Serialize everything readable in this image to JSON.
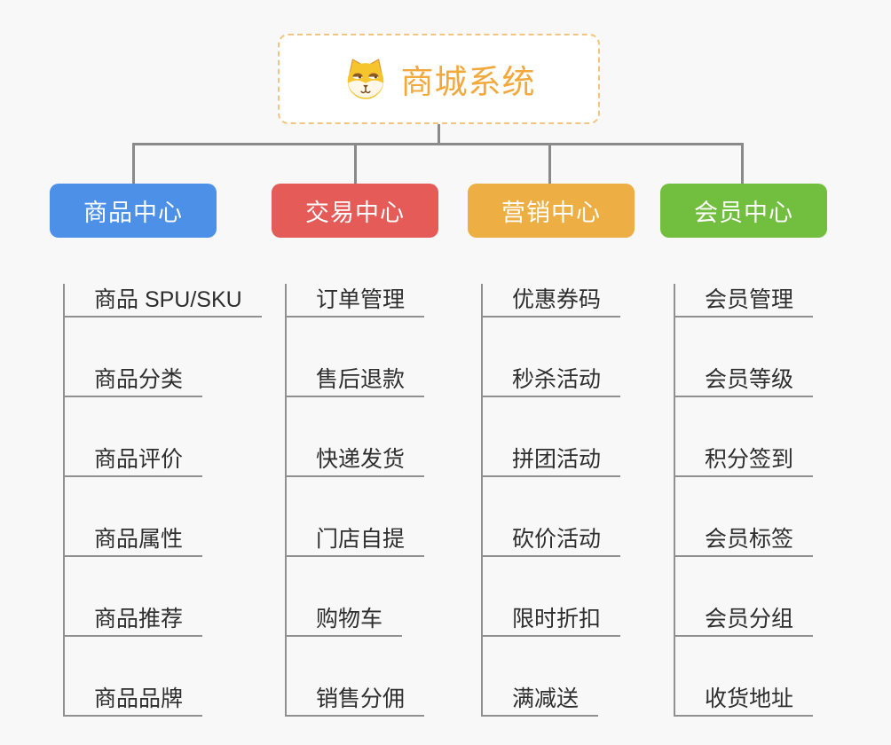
{
  "root": {
    "title": "商城系统",
    "icon": "dog-mascot-icon",
    "title_color": "#F2A83C",
    "border_color": "#F3C47F"
  },
  "connector_color": "#8A8A8A",
  "branches": [
    {
      "label": "商品中心",
      "color": "#4D90E8",
      "children": [
        "商品 SPU/SKU",
        "商品分类",
        "商品评价",
        "商品属性",
        "商品推荐",
        "商品品牌"
      ]
    },
    {
      "label": "交易中心",
      "color": "#E55B58",
      "children": [
        "订单管理",
        "售后退款",
        "快递发货",
        "门店自提",
        "购物车",
        "销售分佣"
      ]
    },
    {
      "label": "营销中心",
      "color": "#EDAF43",
      "children": [
        "优惠券码",
        "秒杀活动",
        "拼团活动",
        "砍价活动",
        "限时折扣",
        "满减送"
      ]
    },
    {
      "label": "会员中心",
      "color": "#72BF40",
      "children": [
        "会员管理",
        "会员等级",
        "积分签到",
        "会员标签",
        "会员分组",
        "收货地址"
      ]
    }
  ]
}
